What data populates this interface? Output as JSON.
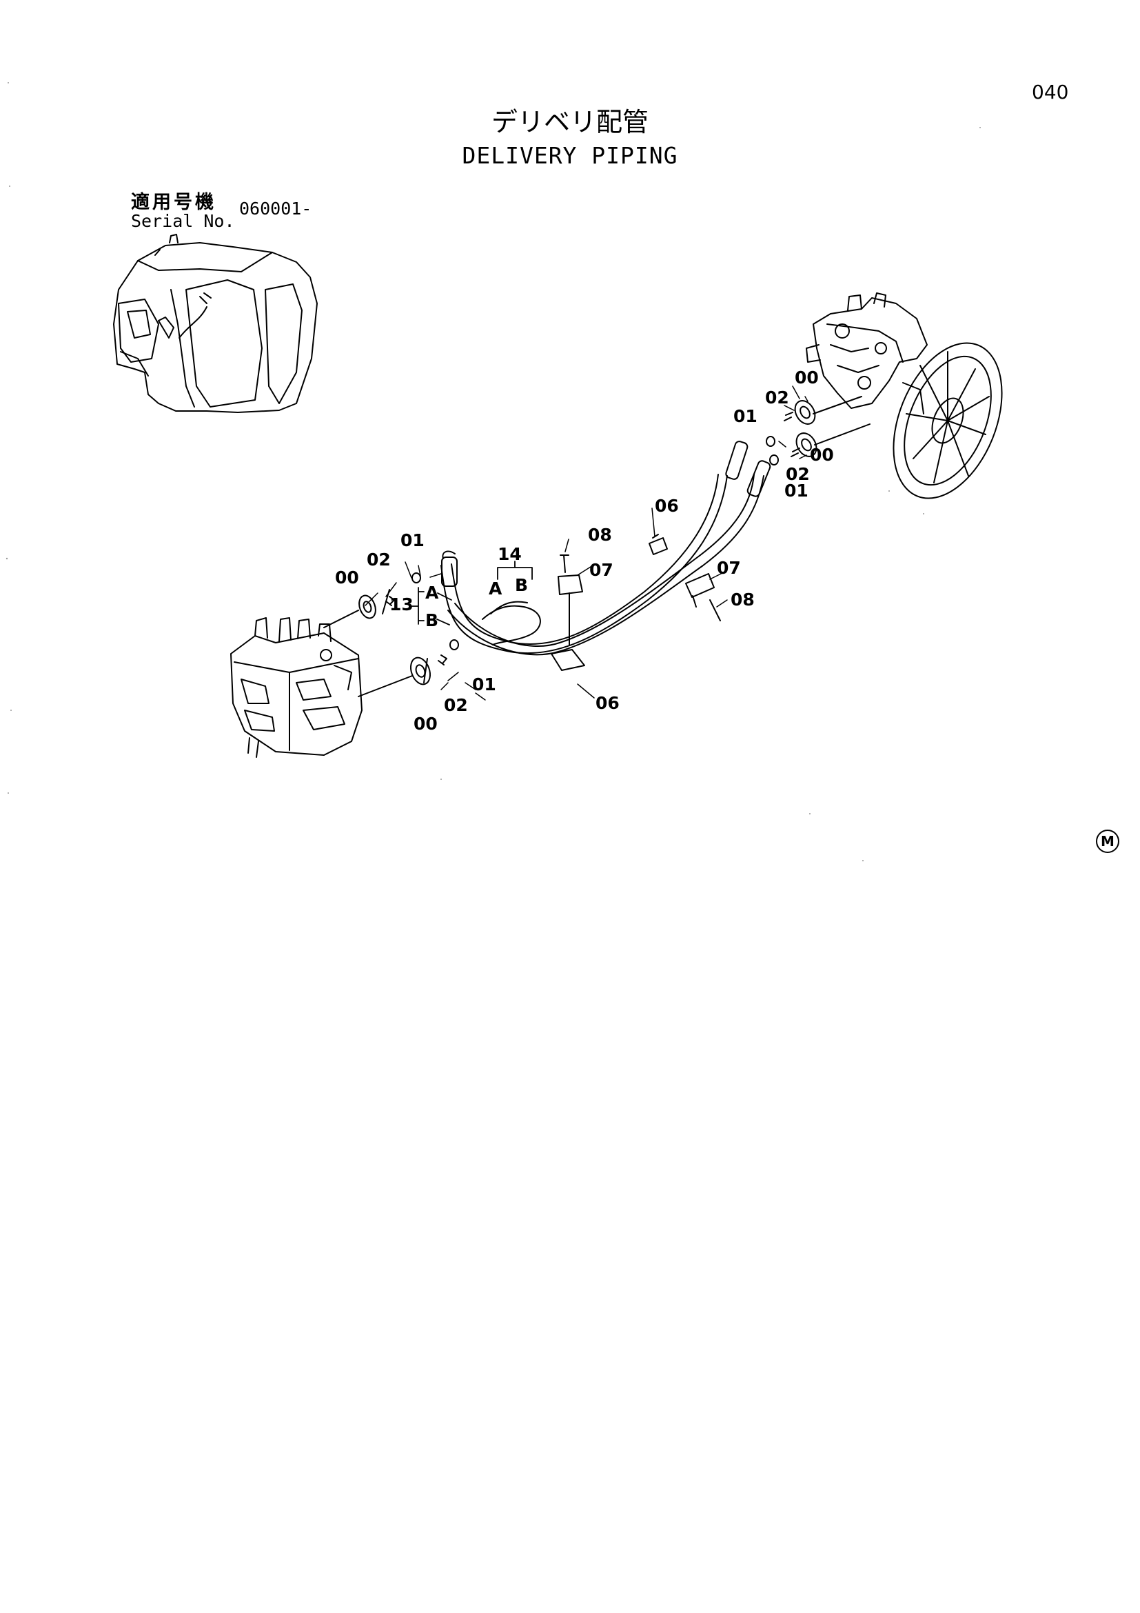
{
  "page_number": "040",
  "title_jp": "デリベリ配管",
  "title_en": "DELIVERY PIPING",
  "serial": {
    "label_jp": "適用号機",
    "label_en": "Serial No.",
    "value": "060001-"
  },
  "mark": "M",
  "callouts": {
    "c_top_01": "01",
    "c_top_02": "02",
    "c_top_00": "00",
    "c_top_01b": "01",
    "c_top_02b": "02",
    "c_top_00b": "00",
    "c_06a": "06",
    "c_07a": "07",
    "c_08a": "08",
    "c_14": "14",
    "c_14a": "A",
    "c_14b": "B",
    "c_08b": "08",
    "c_07b": "07",
    "c_06b": "06",
    "c_13": "13",
    "c_13a": "A",
    "c_13b": "B",
    "c_left_01": "01",
    "c_left_02": "02",
    "c_left_00": "00",
    "c_low_01": "01",
    "c_low_02": "02",
    "c_low_00": "00"
  }
}
